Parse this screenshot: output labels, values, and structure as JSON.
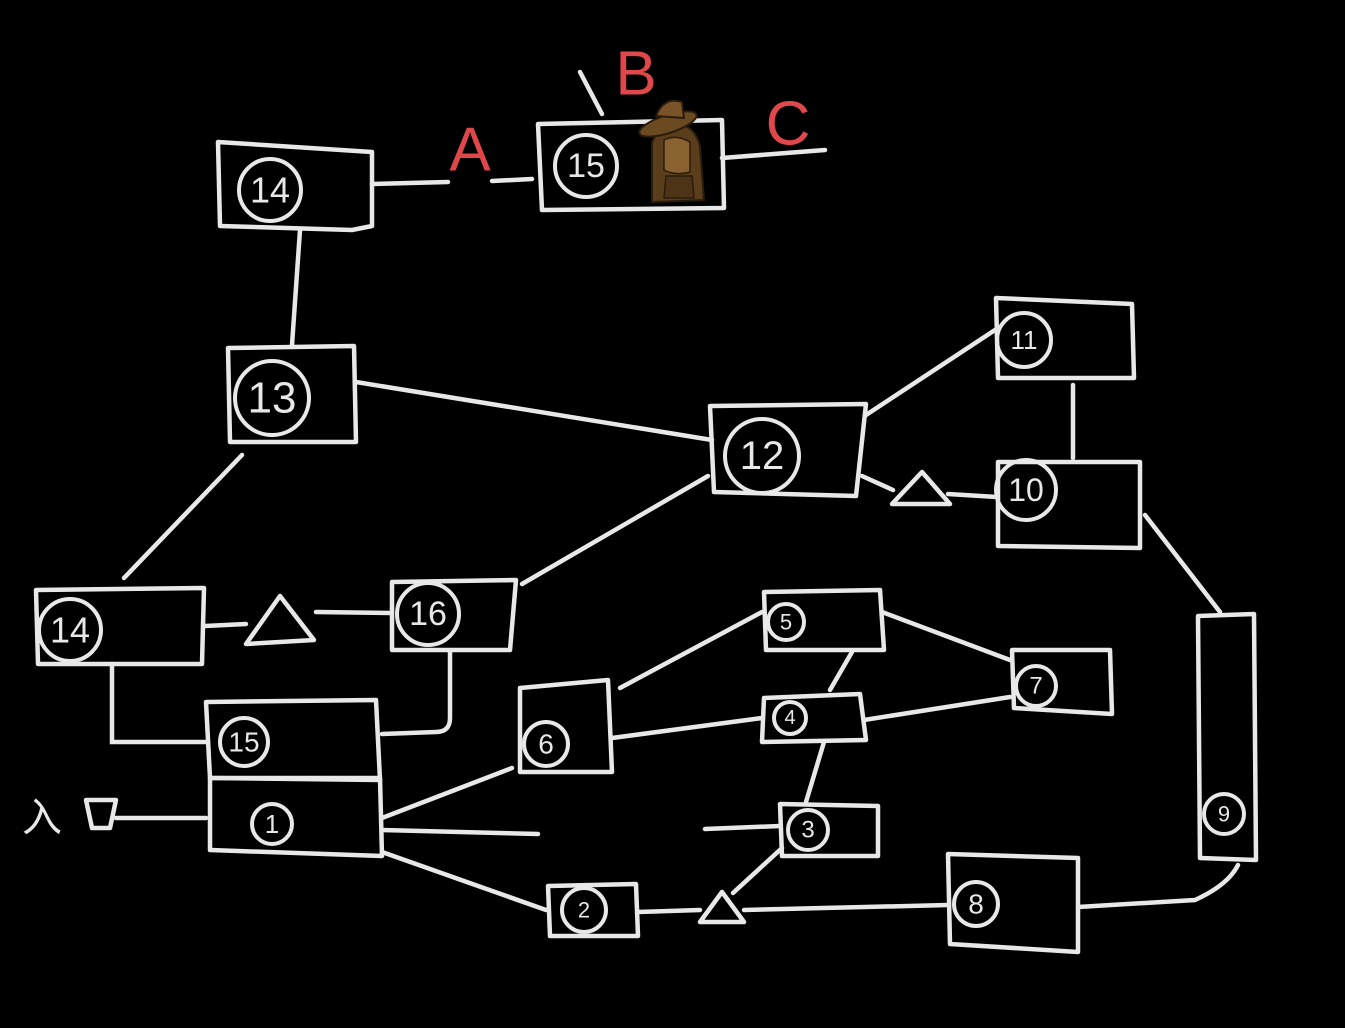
{
  "colors": {
    "background": "#000000",
    "line": "#e8e8e8",
    "exit_label": "#e0474b",
    "character": "#6b4a22"
  },
  "exits": {
    "a": "A",
    "b": "B",
    "c": "C"
  },
  "entrance_label": "入",
  "rooms": [
    {
      "id": "r14-top",
      "number": "14"
    },
    {
      "id": "r15-top",
      "number": "15"
    },
    {
      "id": "r13",
      "number": "13"
    },
    {
      "id": "r12",
      "number": "12"
    },
    {
      "id": "r11",
      "number": "11"
    },
    {
      "id": "r10",
      "number": "10"
    },
    {
      "id": "r14-left",
      "number": "14"
    },
    {
      "id": "r16",
      "number": "16"
    },
    {
      "id": "r15-low",
      "number": "15"
    },
    {
      "id": "r1",
      "number": "1"
    },
    {
      "id": "r6",
      "number": "6"
    },
    {
      "id": "r5",
      "number": "5"
    },
    {
      "id": "r4",
      "number": "4"
    },
    {
      "id": "r3",
      "number": "3"
    },
    {
      "id": "r7",
      "number": "7"
    },
    {
      "id": "r2",
      "number": "2"
    },
    {
      "id": "r8",
      "number": "8"
    },
    {
      "id": "r9",
      "number": "9"
    }
  ],
  "character_icon": "cowboy-character-icon"
}
